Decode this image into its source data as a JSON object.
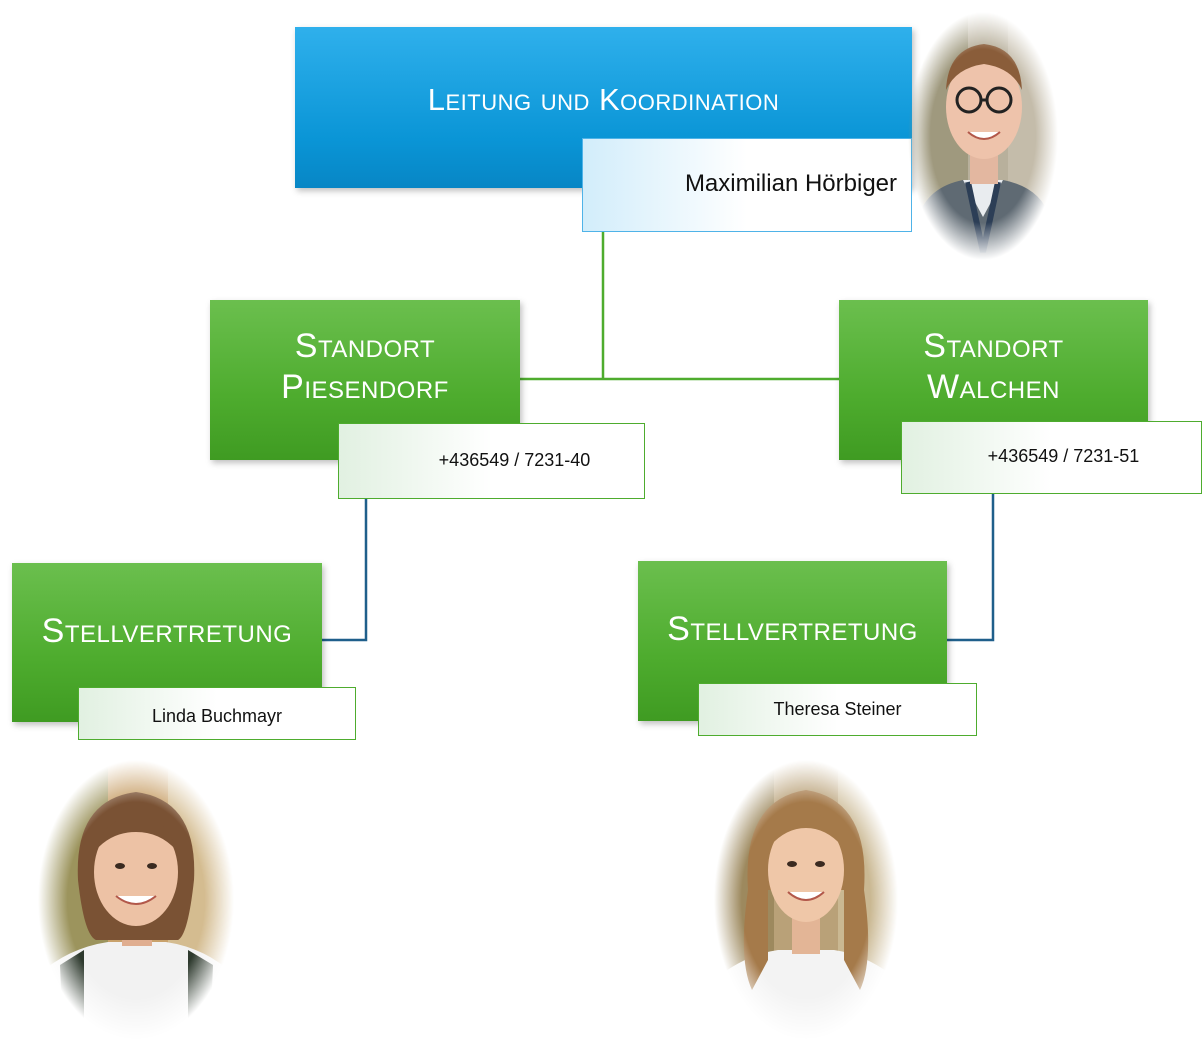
{
  "leitung": {
    "title": "Leitung und Koordination",
    "name": "Maximilian Hörbiger"
  },
  "standorte": [
    {
      "title_line1": "Standort",
      "title_line2": "Piesendorf",
      "phone": "+436549 / 7231-40"
    },
    {
      "title_line1": "Standort",
      "title_line2": "Walchen",
      "phone": "+436549 / 7231-51"
    }
  ],
  "stellvertretungen": [
    {
      "title": "Stellvertretung",
      "name": "Linda Buchmayr"
    },
    {
      "title": "Stellvertretung",
      "name": "Theresa Steiner"
    }
  ],
  "colors": {
    "blue": "#0a95d6",
    "green": "#4eac2e",
    "connector_green": "#4eac2e",
    "connector_blue": "#1f5f8b"
  }
}
